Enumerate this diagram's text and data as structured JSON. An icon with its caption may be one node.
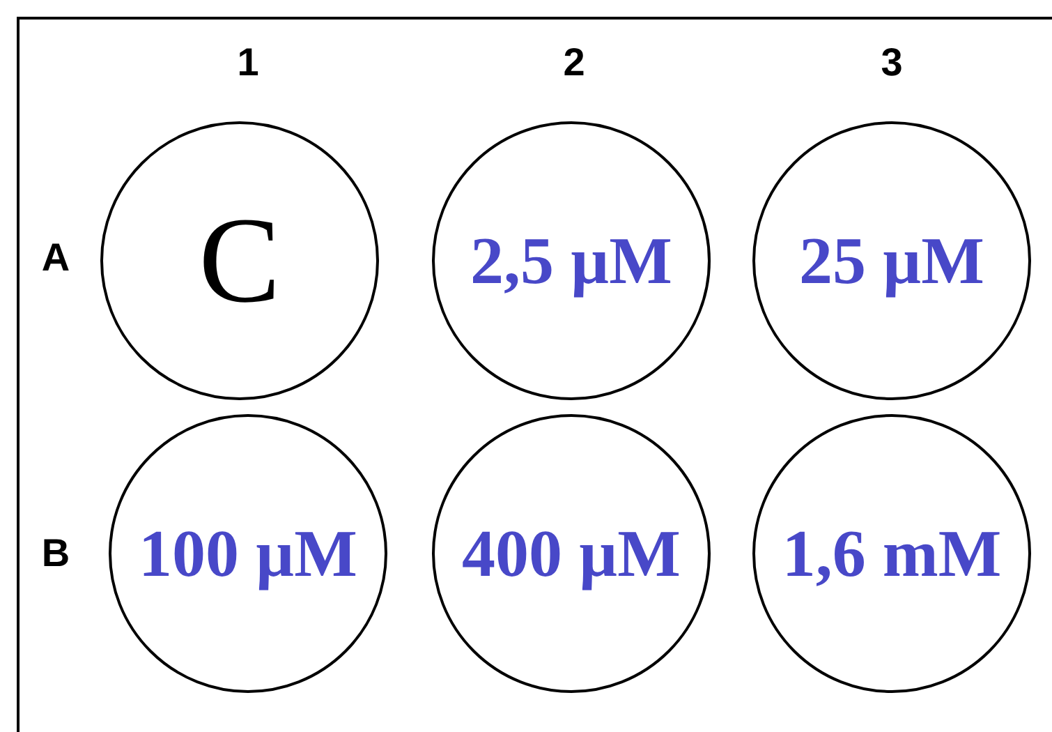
{
  "diagram": {
    "nodes": [
      {
        "text": [
          "C"
        ]
      },
      {
        "text": [
          "2,5 µM"
        ]
      },
      {
        "text": [
          "25 µM"
        ]
      },
      {
        "text": [
          "100 µM"
        ]
      },
      {
        "text": [
          "400 µM"
        ]
      },
      {
        "text": [
          "1,6 mM"
        ]
      }
    ],
    "labels": [
      "1",
      "2",
      "3",
      "A",
      "B"
    ]
  }
}
